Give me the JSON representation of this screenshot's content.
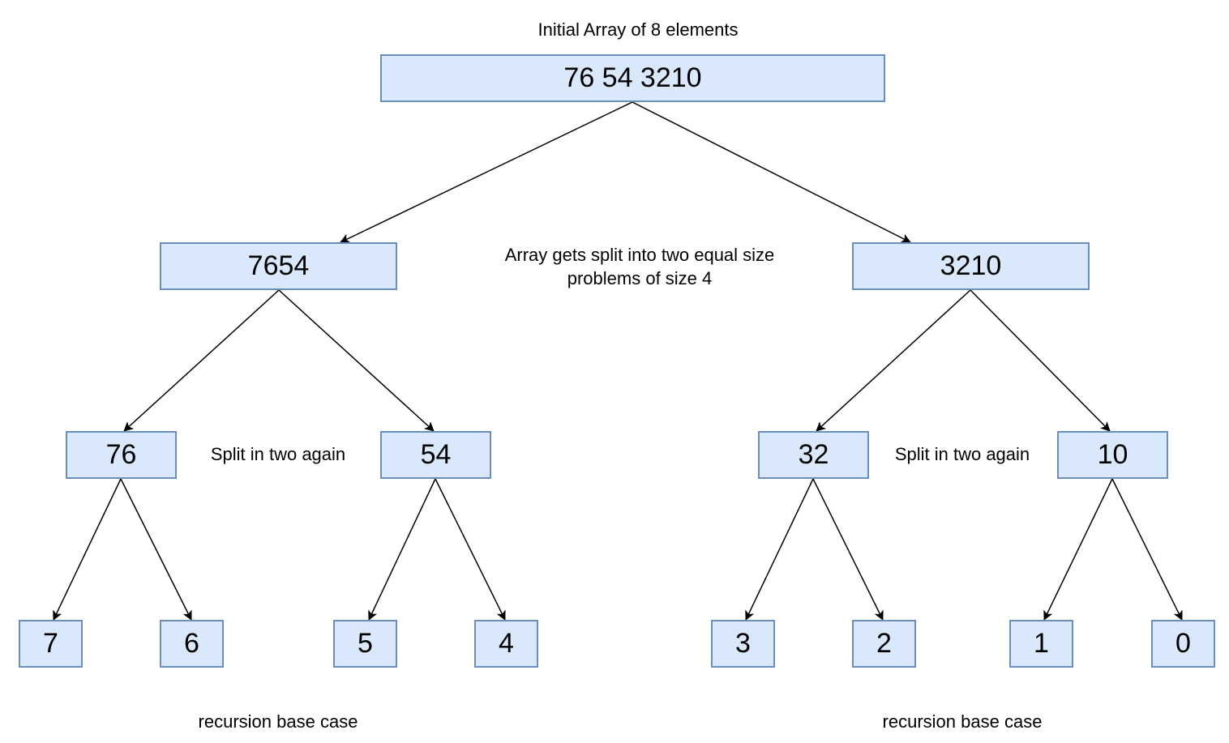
{
  "nodes": {
    "root": "76 54 3210",
    "left": "7654",
    "right": "3210",
    "left_left": "76",
    "left_right": "54",
    "right_left": "32",
    "right_right": "10",
    "leaf_7": "7",
    "leaf_6": "6",
    "leaf_5": "5",
    "leaf_4": "4",
    "leaf_3": "3",
    "leaf_2": "2",
    "leaf_1": "1",
    "leaf_0": "0"
  },
  "annotations": {
    "initial": "Initial Array of 8 elements",
    "split_line1": "Array gets split into two equal size",
    "split_line2": "problems of size 4",
    "split_again_left": "Split in two again",
    "split_again_right": "Split in two again",
    "base_case_left": "recursion base case",
    "base_case_right": "recursion base case"
  },
  "colors": {
    "node_fill": "#dae8fc",
    "node_border": "#6c8ebf",
    "edge": "#000000"
  }
}
